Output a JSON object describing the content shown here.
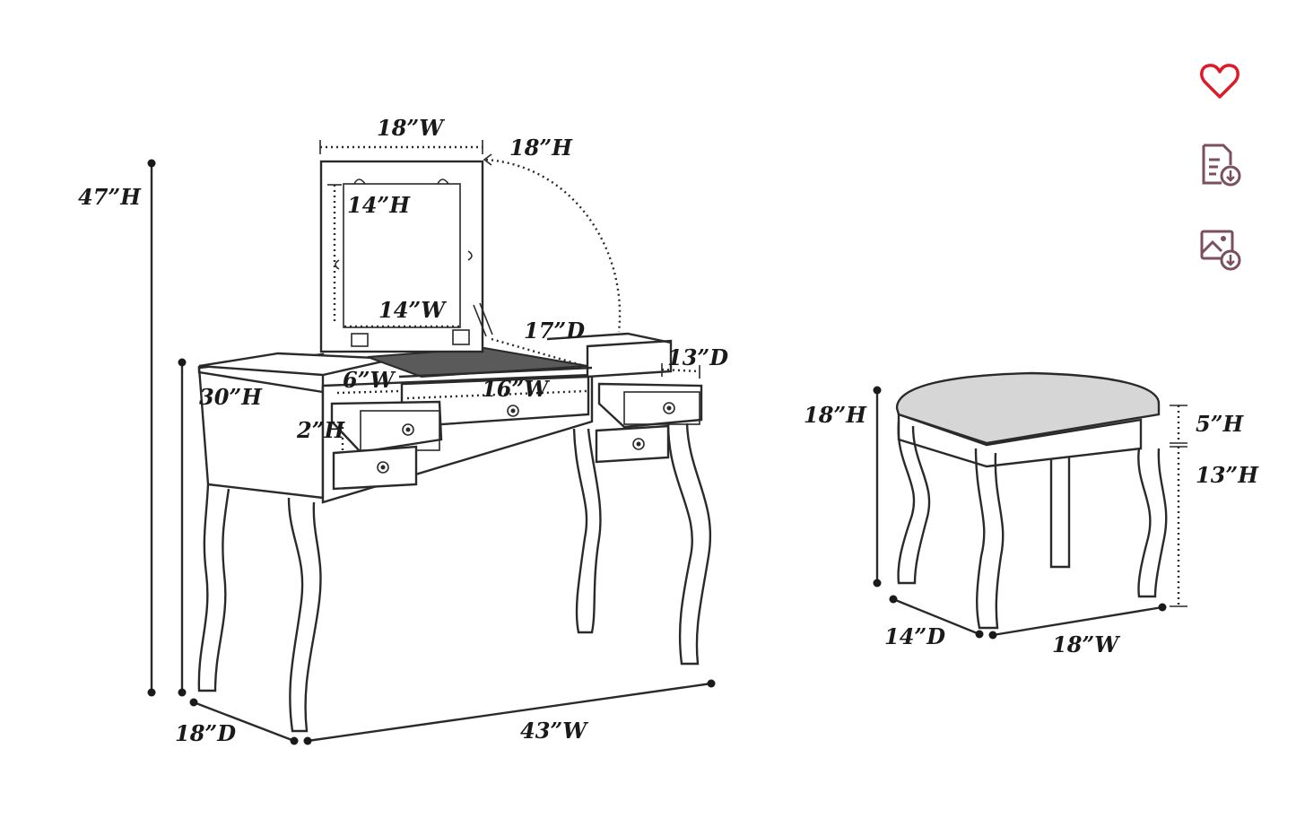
{
  "actions": {
    "favorite_icon": "heart-icon",
    "favorite_color": "#e0192a",
    "download_spec_icon": "document-download-icon",
    "download_image_icon": "image-download-icon",
    "icon_color": "#7a4f5e"
  },
  "vanity": {
    "mirror_width": "18”W",
    "mirror_height": "18”H",
    "mirror_glass_height": "14”H",
    "mirror_glass_width": "14”W",
    "tray_depth": "17”D",
    "side_depth": "13”D",
    "small_drawer_width": "6”W",
    "center_drawer_width": "16”W",
    "small_drawer_height": "2”H",
    "total_height": "47”H",
    "table_height": "30”H",
    "depth": "18”D",
    "width": "43”W"
  },
  "stool": {
    "height": "18”H",
    "cushion_height": "5”H",
    "leg_height": "13”H",
    "depth": "14”D",
    "width": "18”W"
  }
}
